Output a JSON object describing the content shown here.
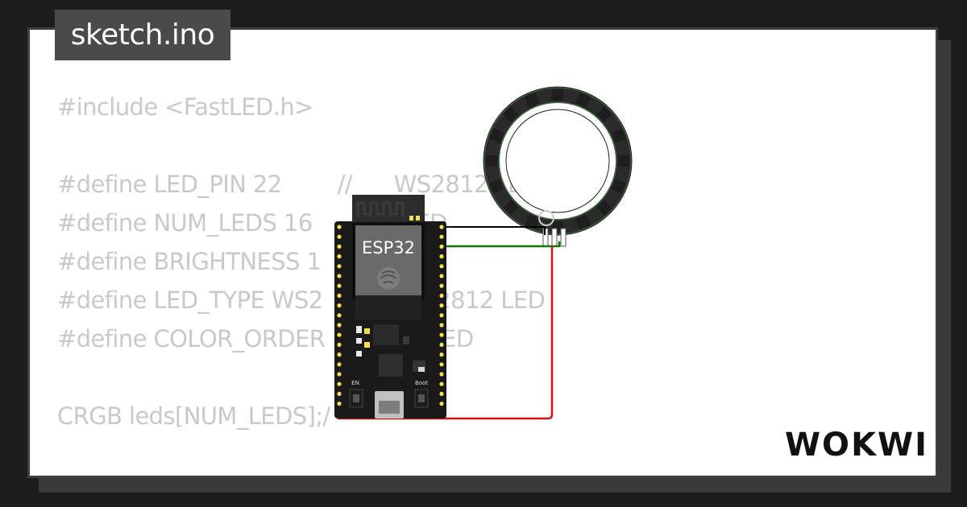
{
  "editor": {
    "file_tab": "sketch.ino",
    "code_lines": [
      "#include <FastLED.h>",
      "",
      "#define LED_PIN 22        //      WS2812 LED",
      "#define NUM_LEDS 16             LED",
      "#define BRIGHTNESS 1            D",
      "#define LED_TYPE WS2           WS2812 LED",
      "#define COLOR_ORDER               LED",
      "",
      "CRGB leds[NUM_LEDS];/",
      "",
      "//"
    ]
  },
  "board": {
    "chip_label": "ESP32",
    "button_en_label": "EN",
    "button_boot_label": "Boot"
  },
  "brand": {
    "logo_text": "WOKWI"
  },
  "colors": {
    "wire_gnd": "#000000",
    "wire_data": "#0a7a00",
    "wire_power": "#e01010",
    "led_ring": "#2d2d2d",
    "led_ring_accent": "#3f6e3a",
    "board": "#1a1a1a",
    "pin": "#f5e04a"
  }
}
